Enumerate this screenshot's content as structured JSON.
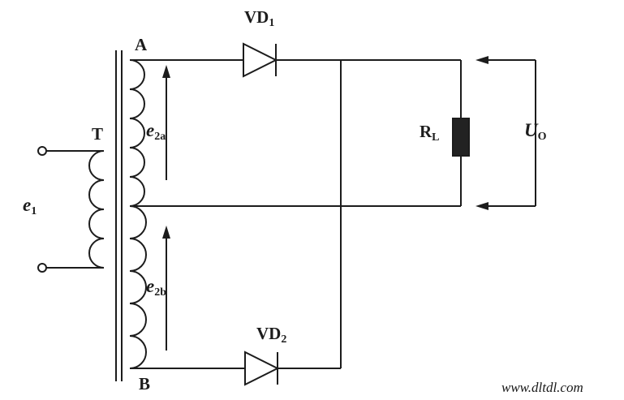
{
  "colors": {
    "line": "#1c1c1c",
    "background": "#ffffff"
  },
  "labels": {
    "transformer": "T",
    "node_a": "A",
    "node_b": "B",
    "e1": {
      "base": "e",
      "sub": "1"
    },
    "e2a": {
      "base": "e",
      "sub": "2a"
    },
    "e2b": {
      "base": "e",
      "sub": "2b"
    },
    "vd1": {
      "base": "VD",
      "sub": "1"
    },
    "vd2": {
      "base": "VD",
      "sub": "2"
    },
    "rl": {
      "base": "R",
      "sub": "L"
    },
    "uo": {
      "base": "U",
      "sub": "O"
    }
  },
  "watermark": "www.dltdl.com"
}
